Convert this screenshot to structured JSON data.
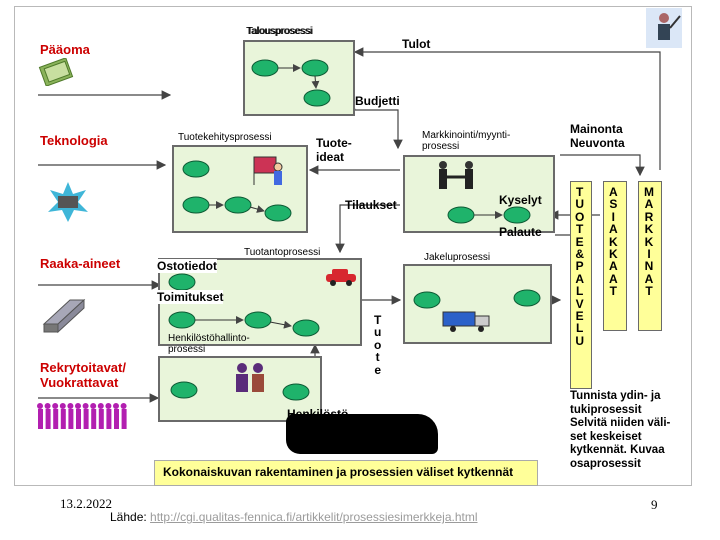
{
  "left_inputs": {
    "paaoma": "Pääoma",
    "teknologia": "Teknologia",
    "raaka_aineet": "Raaka-aineet",
    "rekrytoitavat": "Rekrytoitavat/",
    "vuokrattavat": "Vuokrattavat"
  },
  "processes": {
    "talous": "Talousprosessi",
    "tuotekehitys": "Tuotekehitysprosessi",
    "markkinointi_1": "Markkinointi/myynti-",
    "markkinointi_2": "prosessi",
    "tuotanto": "Tuotantoprosessi",
    "jakelu": "Jakeluprosessi",
    "henkilosto_1": "Henkilöstöhallinto-",
    "henkilosto_2": "prosessi"
  },
  "flows": {
    "tulot": "Tulot",
    "budjetti": "Budjetti",
    "tuoteideat_1": "Tuote-",
    "tuoteideat_2": "ideat",
    "mainonta": "Mainonta",
    "neuvonta": "Neuvonta",
    "tilaukset": "Tilaukset",
    "kyselyt": "Kyselyt",
    "palaute": "Palaute",
    "ostotiedot": "Ostotiedot",
    "toimitukset": "Toimitukset",
    "tuote_vertical": "T\nu\no\nt\ne",
    "henkilosto": "Henkilöstö"
  },
  "columns": {
    "tuotepalvelu": "T\nU\nO\nT\nE\n&\nP\nA\nL\nV\nE\nL\nU",
    "asiakkaat": "A\nS\nI\nA\nK\nK\nA\nA\nT",
    "markkinat": "M\nA\nR\nK\nK\nI\nN\nA\nT"
  },
  "note": [
    "Tunnista ydin- ja",
    "tukiprosessit",
    "Selvitä niiden väli-",
    "set keskeiset",
    "kytkennät. Kuvaa",
    "osaprosessit"
  ],
  "caption": "Kokonaiskuvan rakentaminen ja prosessien väliset kytkennät",
  "footer": {
    "date": "13.2.2022",
    "source_label": "Lähde: ",
    "source_link": "http://cgi.qualitas-fennica.fi/artikkelit/prosessiesimerkkeja.html",
    "page": "9"
  },
  "colors": {
    "process_fill": "#e9f5da",
    "ellipse": "#1fb36b",
    "column_fill": "#ffff99",
    "input_red": "#cc0000",
    "caption_fill": "#ffff99"
  },
  "icons": [
    "money-icon",
    "chip-icon",
    "steel-beam-icon",
    "people-icon",
    "presenter-icon",
    "handshake-icon",
    "computer-icon",
    "car-icon",
    "truck-icon",
    "team-icon"
  ]
}
